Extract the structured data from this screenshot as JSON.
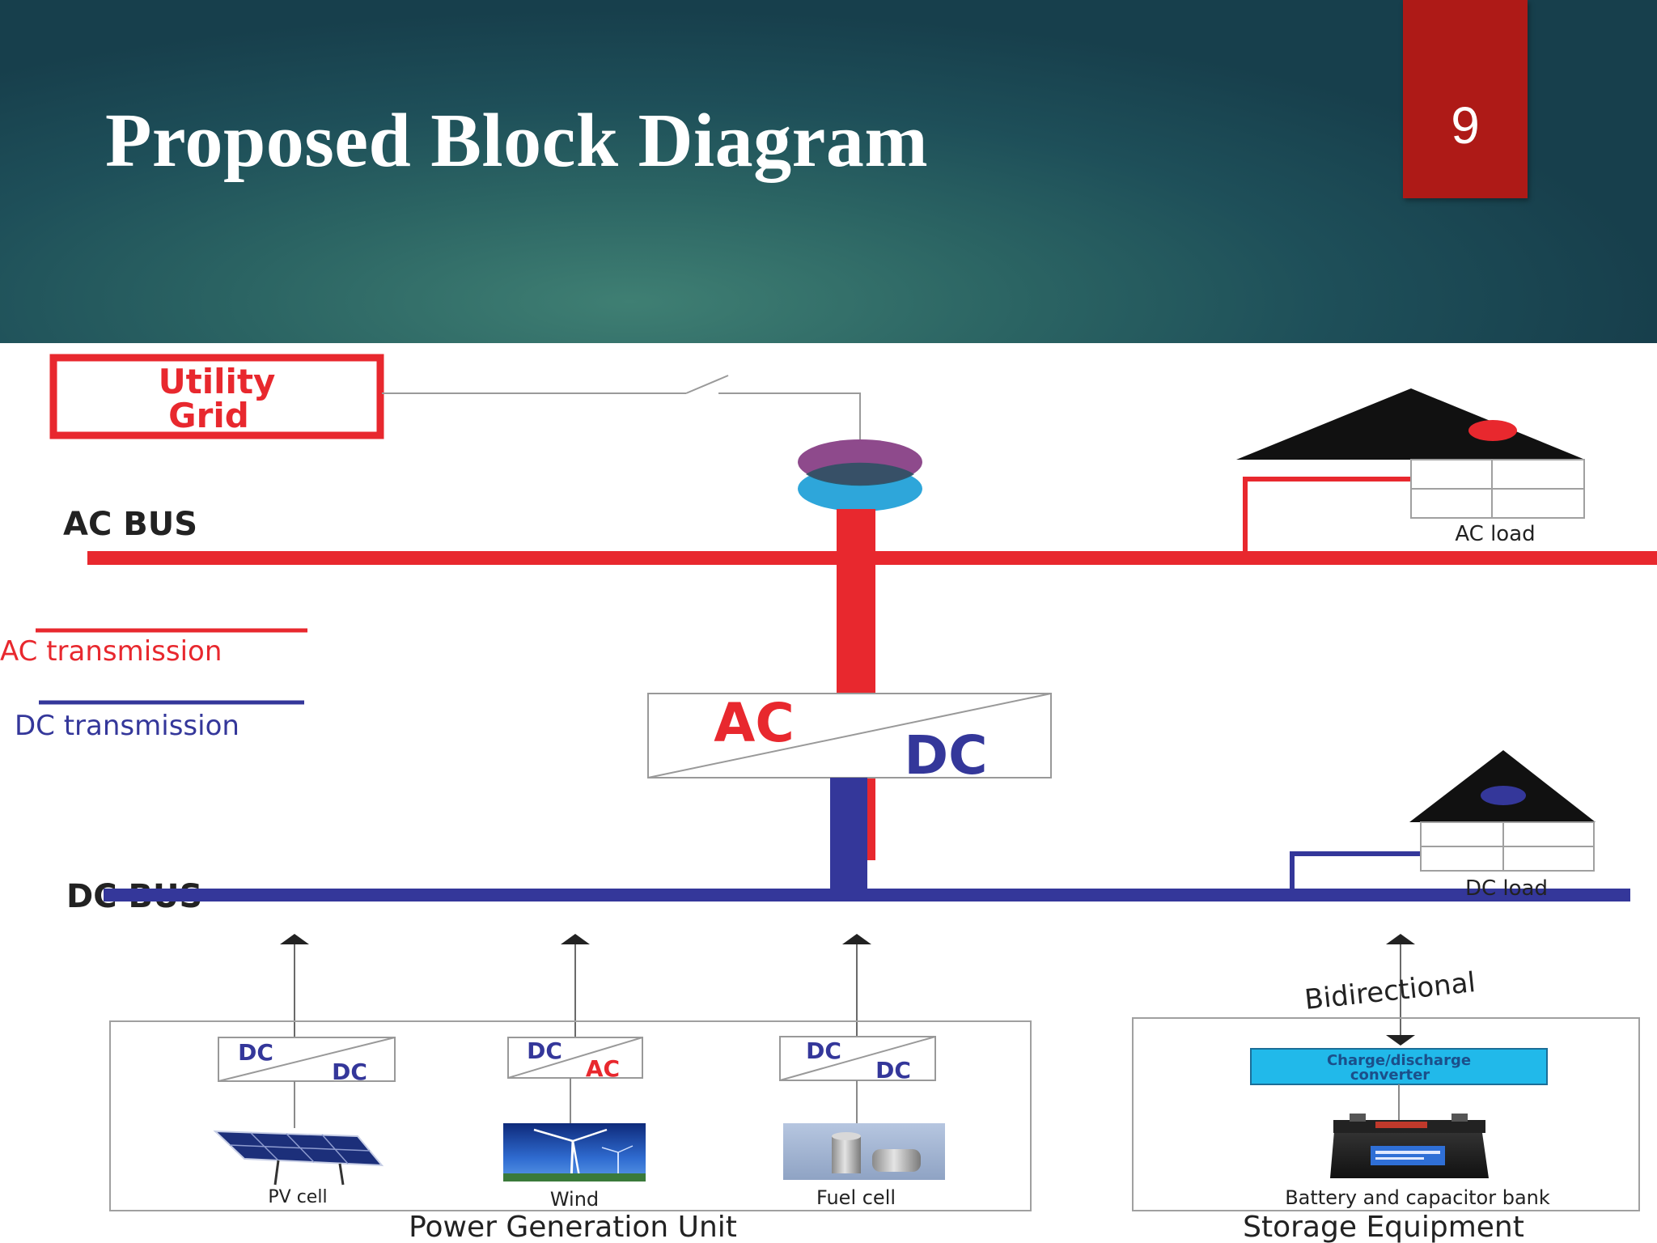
{
  "slide": {
    "title": "Proposed Block Diagram",
    "page_number": "9"
  },
  "diagram": {
    "utility_grid": {
      "line1": "Utility",
      "line2": "Grid"
    },
    "ac_bus_label": "AC BUS",
    "dc_bus_label": "DC BUS",
    "legend": {
      "ac": "AC transmission",
      "dc": "DC transmission"
    },
    "main_converter": {
      "top": "AC",
      "bottom": "DC"
    },
    "ac_load_label": "AC load",
    "dc_load_label": "DC load",
    "bidirectional_label": "Bidirectional",
    "converters": [
      {
        "top": "DC",
        "bottom": "DC"
      },
      {
        "top": "DC",
        "bottom": "AC"
      },
      {
        "top": "DC",
        "bottom": "DC"
      }
    ],
    "sources": [
      "PV cell",
      "Wind",
      "Fuel cell"
    ],
    "charge_converter": {
      "line1": "Charge/discharge",
      "line2": "converter"
    },
    "storage_label": "Battery and capacitor bank",
    "group_labels": {
      "generation": "Power Generation Unit",
      "storage": "Storage Equipment"
    }
  },
  "colors": {
    "ac_red": "#e8282e",
    "dc_blue": "#34379a",
    "header_teal": "#1e4f59",
    "page_box_red": "#ae1a17",
    "charge_box_cyan": "#21b9ea"
  }
}
